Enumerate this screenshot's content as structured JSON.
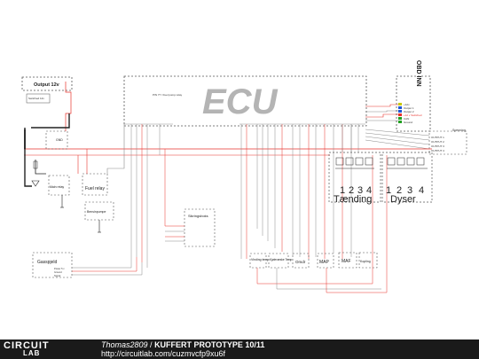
{
  "diagram": {
    "ecu_title": "ECU",
    "ecu_note": "PIN 77 / Fuel pump relay",
    "obd_title": "OBD INN",
    "obd_pins": [
      "+12v",
      "Output 1",
      "Output 2",
      "+12 v Switched",
      "CAN",
      "Ground"
    ],
    "output_box": "Output 12v",
    "output_sub": "Switched 12v",
    "gnd_label": "GND",
    "main_relay": "Main relay",
    "fuel_relay": "Fuel relay",
    "fuel_pump": "Bensinpumpe",
    "distributor": "Sikringsboks",
    "gas_pedal": "Gasspjeld",
    "gas_pins": [
      "Power 5 v",
      "Ground",
      "Signal"
    ],
    "ignition_label": "Tænding",
    "injector_label": "Dyser",
    "ignition_numbers": [
      "1",
      "2",
      "3",
      "4"
    ],
    "injector_numbers": [
      "1",
      "2",
      "3",
      "4"
    ],
    "sensors": [
      "Vinding temp",
      "Kjølevæske Temp",
      "Omdr",
      "MAP",
      "MAF",
      "Kopling"
    ],
    "right_out": "Spenning",
    "right_outputs": [
      "OUTPUT 1",
      "OUTPUT 2",
      "OUTPUT 3",
      "OUTPUT 4"
    ]
  },
  "footer": {
    "logo_top": "CIRCUIT",
    "logo_bottom": "LAB",
    "author": "Thomas2809",
    "separator": " / ",
    "title": "KUFFERT PROTOTYPE 10/11",
    "url": "http://circuitlab.com/cuzmvcfp9xu6f"
  },
  "colors": {
    "wire_red": "#e8332c",
    "wire_gray": "#8a8a8a",
    "dashed_box": "#555555",
    "ecu_text": "#b4b4b4",
    "footer_bg": "#1a1a1a"
  }
}
